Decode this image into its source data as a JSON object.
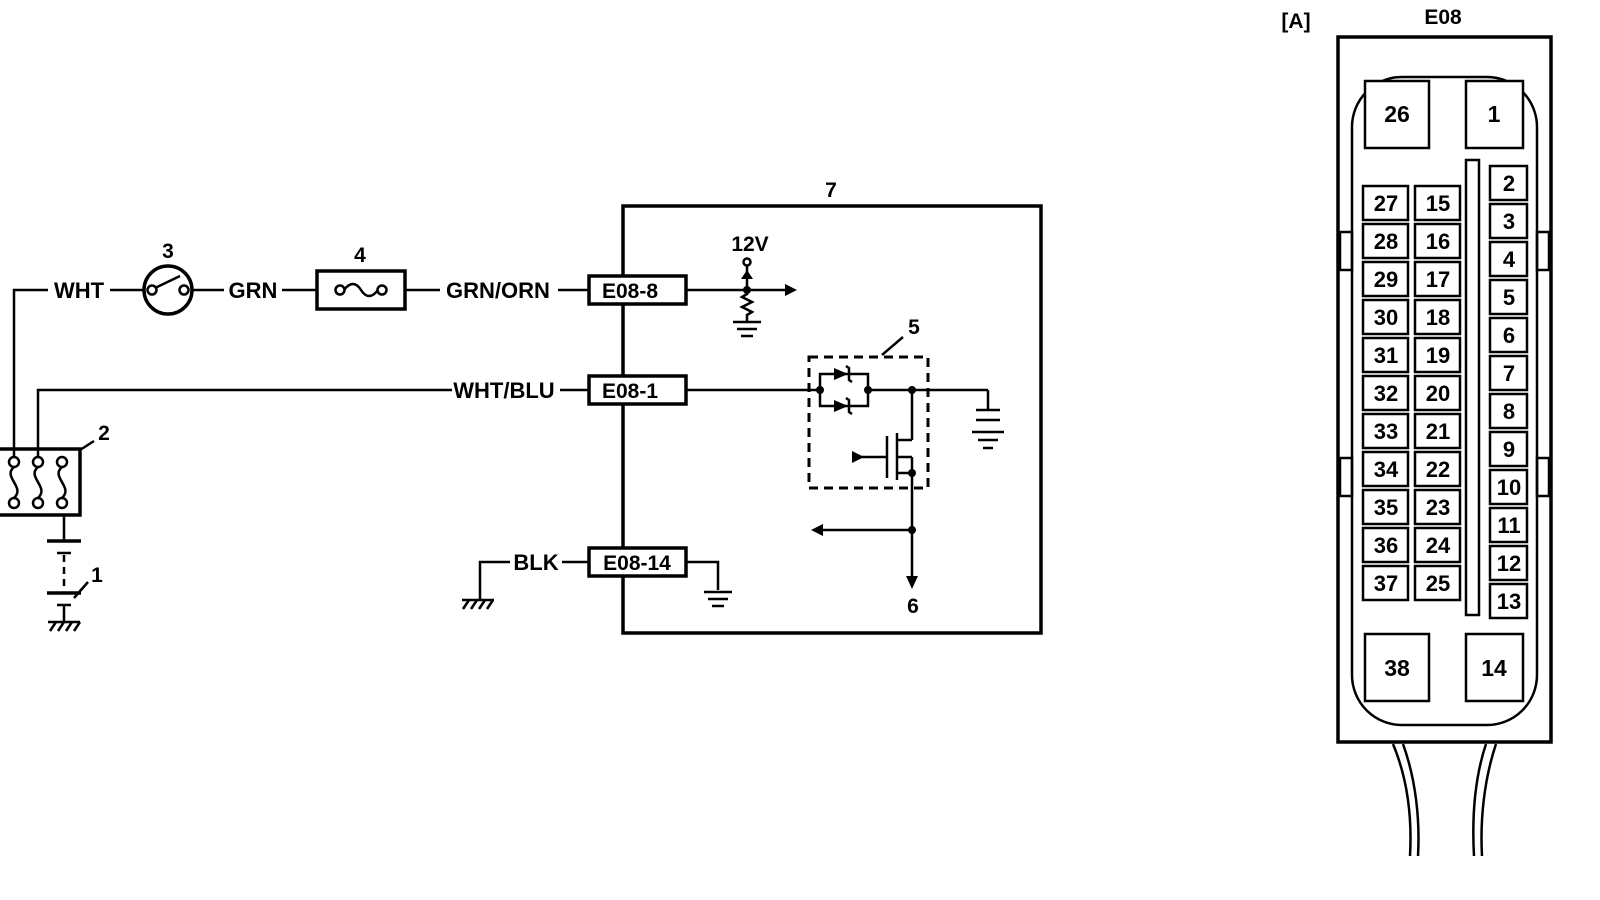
{
  "wires": {
    "wht": "WHT",
    "grn": "GRN",
    "grn_orn": "GRN/ORN",
    "wht_blu": "WHT/BLU",
    "blk": "BLK"
  },
  "connectors": {
    "e08_8": "E08-8",
    "e08_1": "E08-1",
    "e08_14": "E08-14"
  },
  "callouts": {
    "c1": "1",
    "c2": "2",
    "c3": "3",
    "c4": "4",
    "c5": "5",
    "c6": "6",
    "c7": "7"
  },
  "voltage": "12V",
  "connector_view": {
    "view_tag": "[A]",
    "name": "E08",
    "large_pins": [
      "26",
      "1",
      "38",
      "14"
    ],
    "col_left": [
      "27",
      "28",
      "29",
      "30",
      "31",
      "32",
      "33",
      "34",
      "35",
      "36",
      "37"
    ],
    "col_mid": [
      "15",
      "16",
      "17",
      "18",
      "19",
      "20",
      "21",
      "22",
      "23",
      "24",
      "25"
    ],
    "col_right": [
      "2",
      "3",
      "4",
      "5",
      "6",
      "7",
      "8",
      "9",
      "10",
      "11",
      "12",
      "13"
    ]
  }
}
